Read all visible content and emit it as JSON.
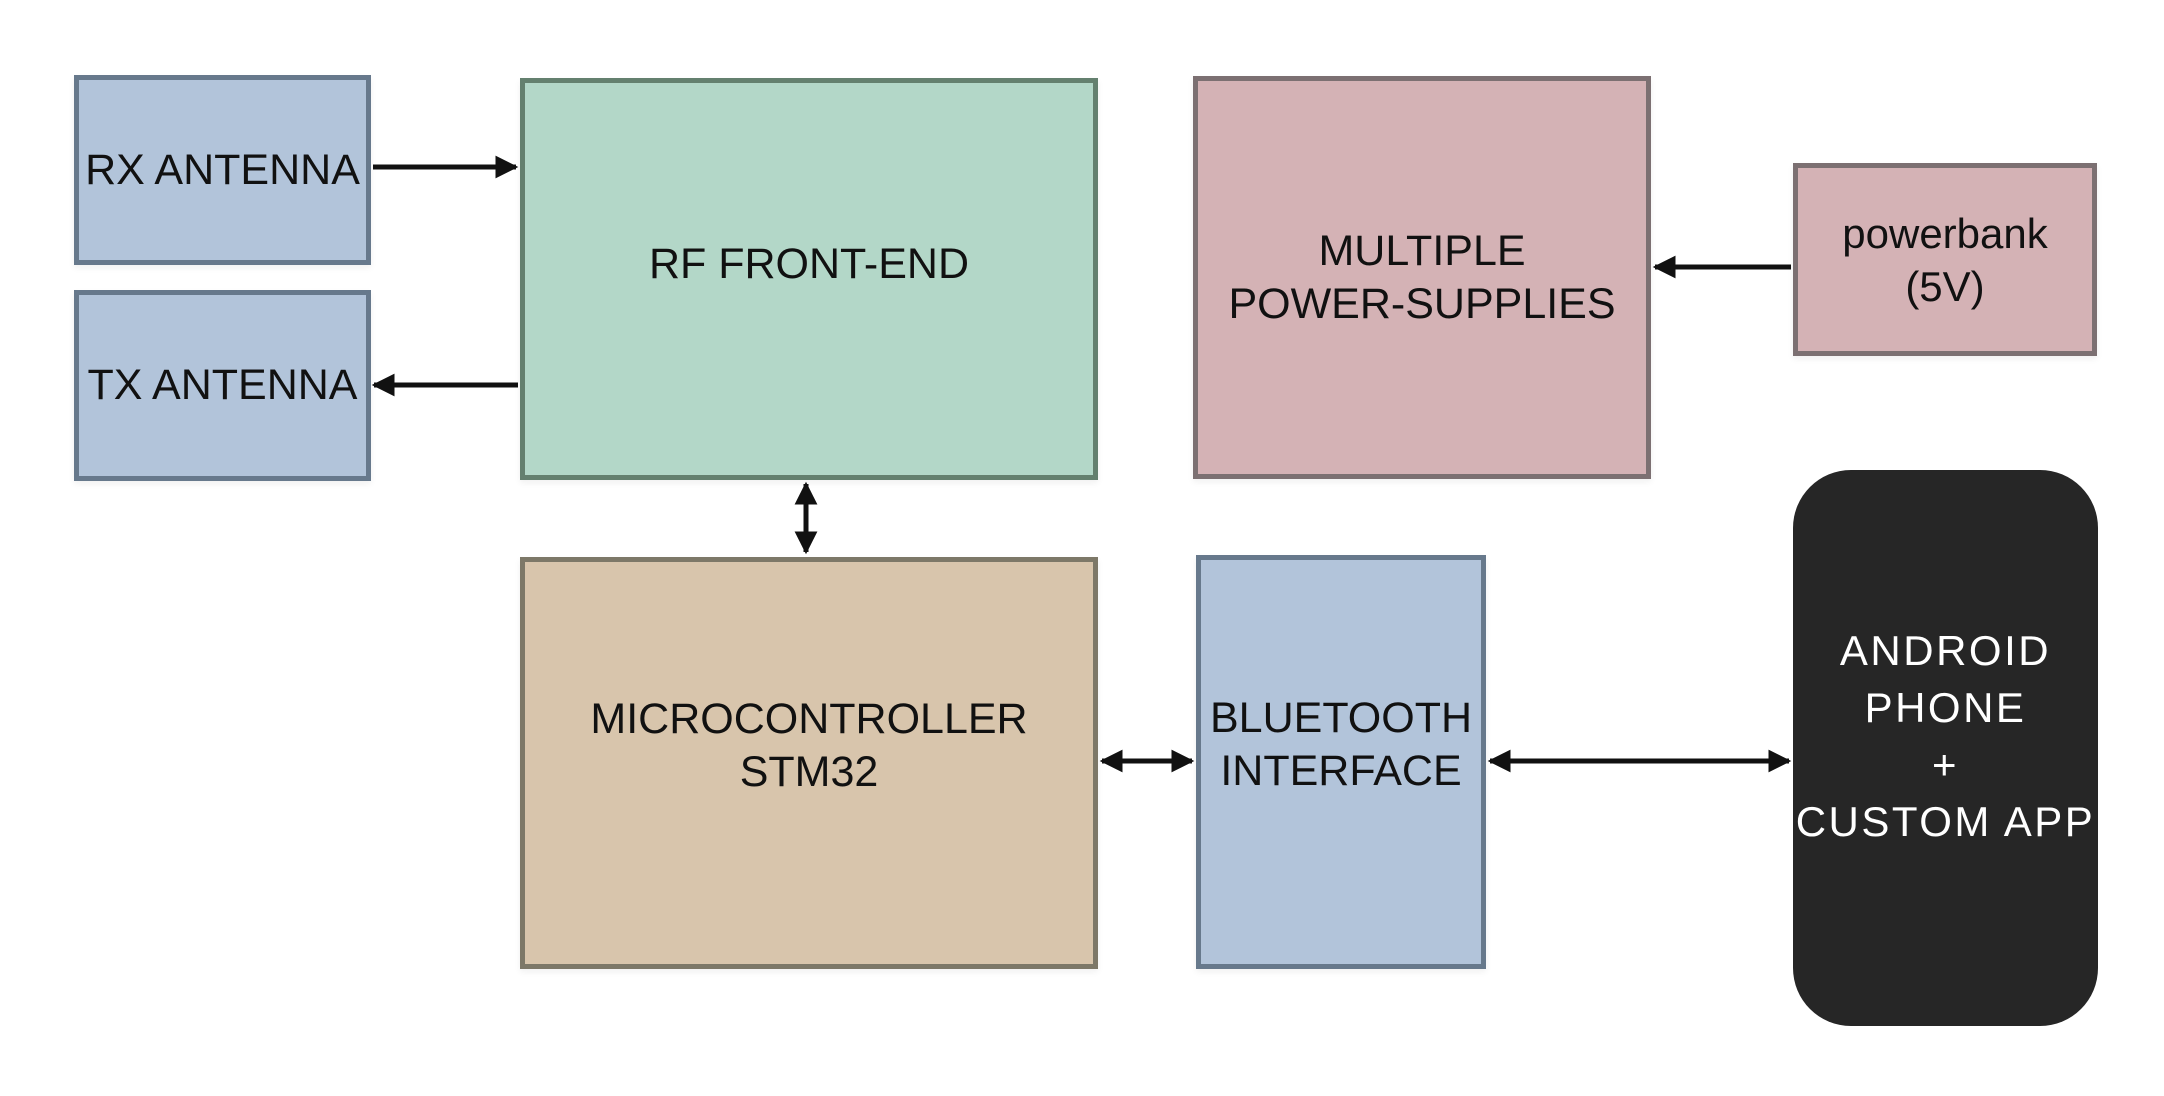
{
  "canvas": {
    "background": "#ffffff"
  },
  "palette": {
    "label_text": "#111111",
    "arrow": "#111111",
    "blue_fill": "#b2c4da",
    "blue_border": "#67798c",
    "green_fill": "#b3d7c8",
    "green_border": "#64806f",
    "tan_fill": "#d8c5ac",
    "tan_border": "#7d7868",
    "pink_fill": "#d4b2b5",
    "pink_border": "#7c7072",
    "phone_fill": "#262626",
    "phone_text": "#ffffff"
  },
  "nodes": {
    "rx_antenna": {
      "label": "RX ANTENNA"
    },
    "tx_antenna": {
      "label": "TX ANTENNA"
    },
    "rf_front_end": {
      "label": "RF FRONT-END"
    },
    "multiple_power_supplies": {
      "lines": [
        "MULTIPLE",
        "POWER-SUPPLIES"
      ]
    },
    "powerbank": {
      "lines": [
        "powerbank",
        "(5V)"
      ]
    },
    "microcontroller": {
      "lines": [
        "MICROCONTROLLER",
        "STM32"
      ]
    },
    "bluetooth_interface": {
      "lines": [
        "BLUETOOTH",
        "INTERFACE"
      ]
    },
    "android_phone": {
      "lines": [
        "ANDROID",
        "PHONE",
        "+",
        "CUSTOM APP"
      ]
    }
  },
  "edges": [
    {
      "from": "rx_antenna",
      "to": "rf_front_end",
      "direction": "one-way"
    },
    {
      "from": "rf_front_end",
      "to": "tx_antenna",
      "direction": "one-way"
    },
    {
      "from": "powerbank",
      "to": "multiple_power_supplies",
      "direction": "one-way"
    },
    {
      "from": "rf_front_end",
      "to": "microcontroller",
      "direction": "two-way"
    },
    {
      "from": "microcontroller",
      "to": "bluetooth_interface",
      "direction": "two-way"
    },
    {
      "from": "bluetooth_interface",
      "to": "android_phone",
      "direction": "two-way"
    }
  ]
}
